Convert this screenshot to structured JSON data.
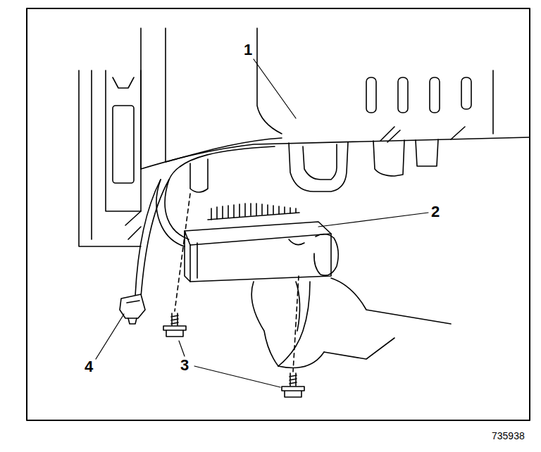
{
  "diagram": {
    "labels": [
      "1",
      "2",
      "3",
      "4",
      "735938"
    ]
  }
}
